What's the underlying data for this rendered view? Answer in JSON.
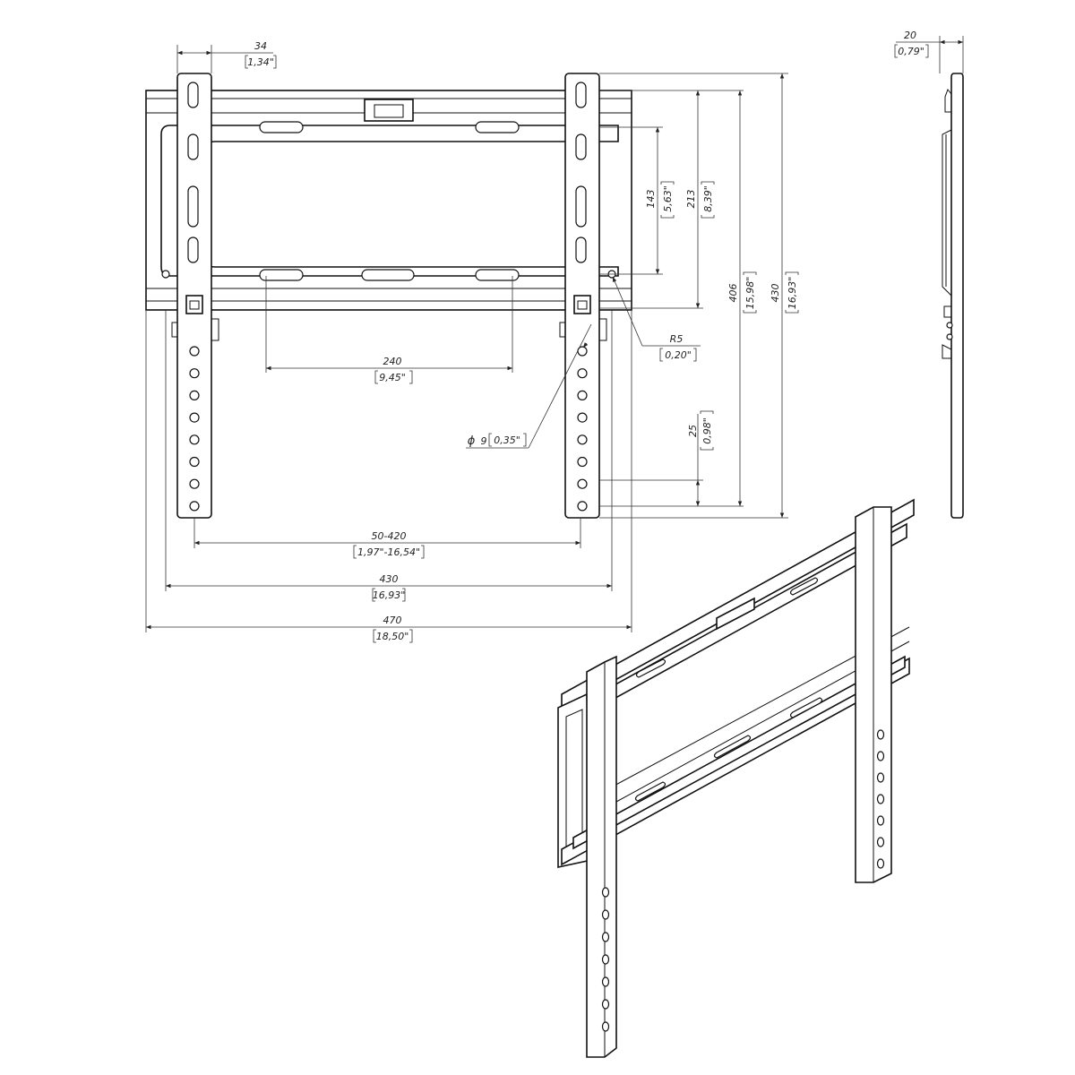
{
  "dimensions": {
    "arm_width": {
      "mm": "34",
      "in": "1,34\""
    },
    "depth": {
      "mm": "20",
      "in": "0,79\""
    },
    "horizontal_slots": {
      "mm": "240",
      "in": "9,45\""
    },
    "vesa_range": {
      "mm": "50-420",
      "in": "1,97\"-16,54\""
    },
    "plate_width": {
      "mm": "430",
      "in": "16,93\""
    },
    "overall_width": {
      "mm": "470",
      "in": "18,50\""
    },
    "slot_spacing_small": {
      "mm": "143",
      "in": "5,63\""
    },
    "slot_spacing_large": {
      "mm": "213",
      "in": "8,39\""
    },
    "arm_height": {
      "mm": "406",
      "in": "15,98\""
    },
    "overall_height": {
      "mm": "430",
      "in": "16,93\""
    },
    "hole_pitch": {
      "mm": "25",
      "in": "0,98\""
    },
    "corner_radius": {
      "mm": "R5",
      "in": "0,20\""
    },
    "hole_diameter": {
      "symbol": "ϕ",
      "mm": "9",
      "in": "0,35\""
    }
  }
}
